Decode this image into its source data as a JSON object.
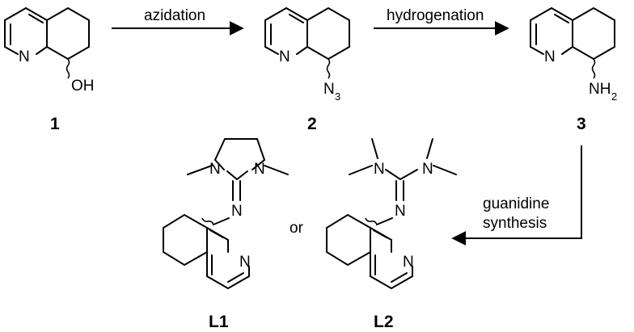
{
  "arrows": {
    "step1": "azidation",
    "step2": "hydrogenation",
    "step3_line1": "guanidine",
    "step3_line2": "synthesis"
  },
  "compounds": {
    "c1": {
      "number": "1",
      "substituent": "OH"
    },
    "c2": {
      "number": "2",
      "substituent_main": "N",
      "substituent_sub": "3"
    },
    "c3": {
      "number": "3",
      "substituent_main": "NH",
      "substituent_sub": "2"
    },
    "l1": {
      "number": "L1"
    },
    "l2": {
      "number": "L2"
    }
  },
  "ring_atom": "N",
  "connector": "or"
}
